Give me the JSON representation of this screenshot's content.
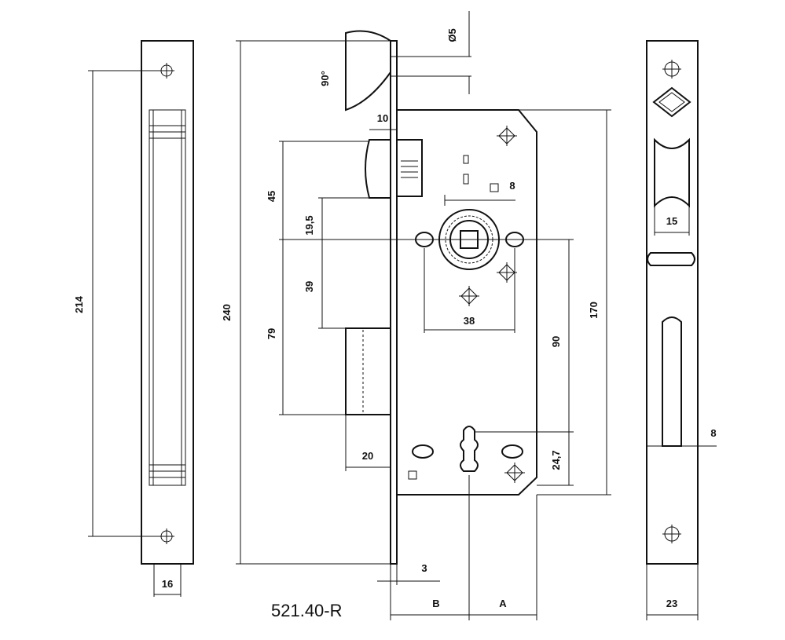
{
  "diagram": {
    "model_code": "521.40-R",
    "dimensions": {
      "d214": "214",
      "d16": "16",
      "d240": "240",
      "d90deg": "90°",
      "d05": "Ø5",
      "d10": "10",
      "d45": "45",
      "d19_5": "19,5",
      "d39": "39",
      "d79": "79",
      "d8_top": "8",
      "d38": "38",
      "d90": "90",
      "d170": "170",
      "d24_7": "24,7",
      "d20": "20",
      "d3": "3",
      "dB": "B",
      "dA": "A",
      "d15": "15",
      "d8_right": "8",
      "d23": "23"
    }
  }
}
